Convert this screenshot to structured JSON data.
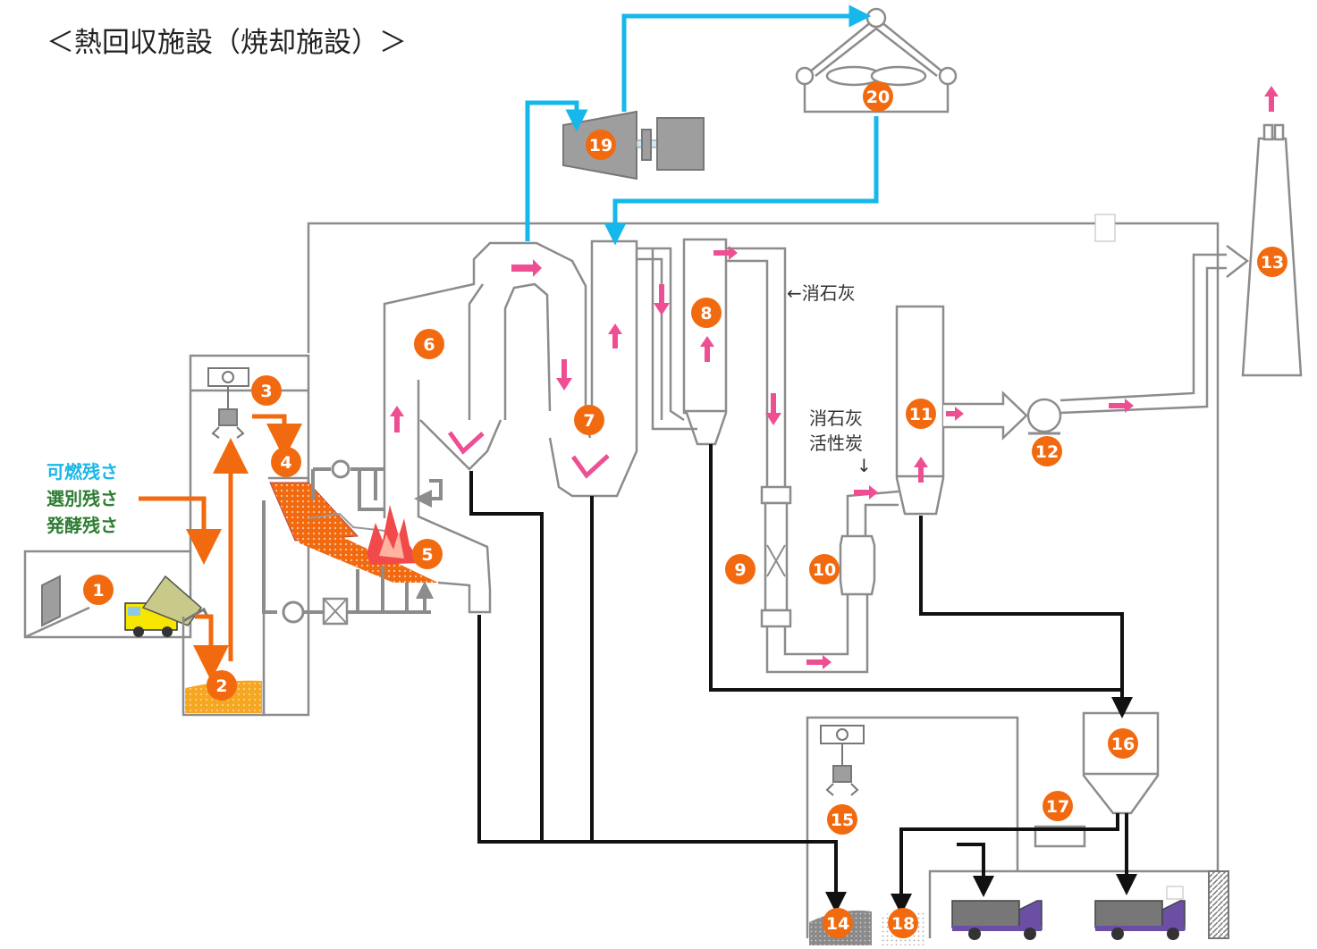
{
  "title": "＜熱回収施設（焼却施設）＞",
  "inputs": [
    {
      "text": "可燃残さ",
      "color": "#1ab6e8"
    },
    {
      "text": "選別残さ",
      "color": "#2e7d32"
    },
    {
      "text": "発酵残さ",
      "color": "#2e7d32"
    }
  ],
  "labels": {
    "slaked_lime_1": "←消石灰",
    "slaked_lime_2": "消石灰",
    "activated_carbon": "活性炭",
    "down_arrow": "↓"
  },
  "numbers": [
    "1",
    "2",
    "3",
    "4",
    "5",
    "6",
    "7",
    "8",
    "9",
    "10",
    "11",
    "12",
    "13",
    "14",
    "15",
    "16",
    "17",
    "18",
    "19",
    "20"
  ],
  "colors": {
    "number_badge": "#f26a0f",
    "steam_line": "#16b8ec",
    "ash_line": "#111111",
    "waste_arrow": "#f26a0f",
    "gas_arrow": "#ee4f93",
    "equipment": "#8c8c8c"
  }
}
